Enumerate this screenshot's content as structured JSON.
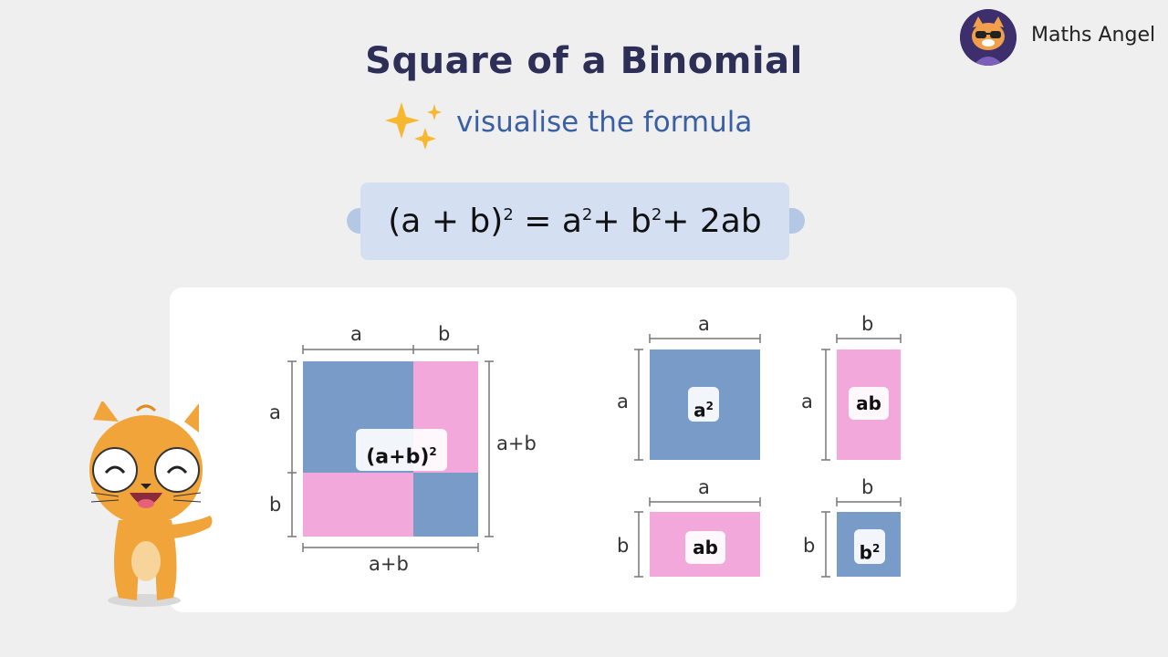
{
  "header": {
    "title": "Square of a Binomial",
    "subtitle": "visualise the formula"
  },
  "brand": {
    "name": "Maths Angel"
  },
  "formula": {
    "lhs_base": "(a + b)",
    "lhs_exp": "2",
    "eq": " = ",
    "t1_base": "a",
    "t1_exp": "2",
    "plus1": "+ ",
    "t2_base": "b",
    "t2_exp": "2",
    "rest": "+ 2ab"
  },
  "big_square": {
    "top_a": "a",
    "top_b": "b",
    "left_a": "a",
    "left_b": "b",
    "right": "a+b",
    "bottom": "a+b",
    "center_base": "(a+b)",
    "center_exp": "2"
  },
  "pieces": {
    "a2": {
      "top": "a",
      "side": "a",
      "base": "a",
      "exp": "2"
    },
    "ab_tall": {
      "top": "b",
      "side": "a",
      "label": "ab"
    },
    "ab_wide": {
      "top": "a",
      "side": "b",
      "label": "ab"
    },
    "b2": {
      "top": "b",
      "side": "b",
      "base": "b",
      "exp": "2"
    }
  },
  "colors": {
    "blue": "#789bc7",
    "pink": "#f2a8da",
    "title": "#2e2f57",
    "subtitle": "#3a5fa3",
    "formula_box": "#d4e0f2"
  },
  "icons": [
    "sparkle-icon",
    "cat-mascot-icon",
    "logo-cat-icon"
  ]
}
